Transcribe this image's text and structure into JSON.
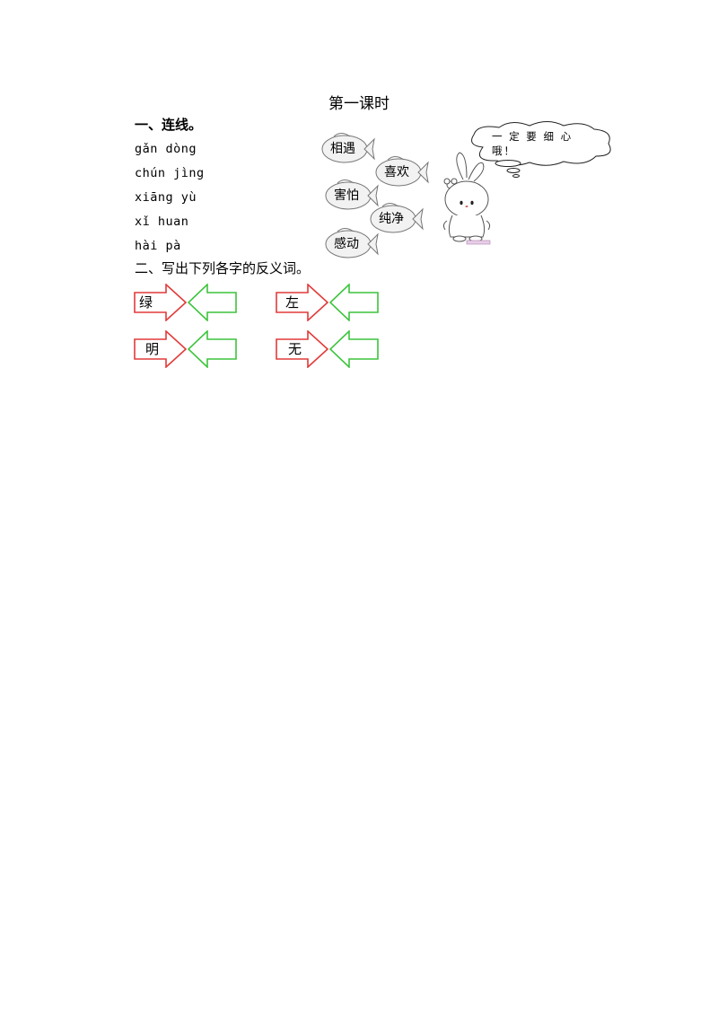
{
  "title": "第一课时",
  "section1": {
    "heading": "一、连线。",
    "pinyin": [
      "gǎn dòng",
      "chún jìng",
      "xiāng yù",
      "xǐ huan",
      "hài pà"
    ],
    "fish_words": [
      "相遇",
      "喜欢",
      "害怕",
      "纯净",
      "感动"
    ]
  },
  "bubble": {
    "line1": "一 定 要 细 心",
    "line2": "哦！"
  },
  "section2": {
    "heading": "二、写出下列各字的反义词。",
    "words": [
      "绿",
      "左",
      "明",
      "无"
    ]
  },
  "colors": {
    "red_arrow": "#e23a3a",
    "green_arrow": "#3cc43c"
  }
}
